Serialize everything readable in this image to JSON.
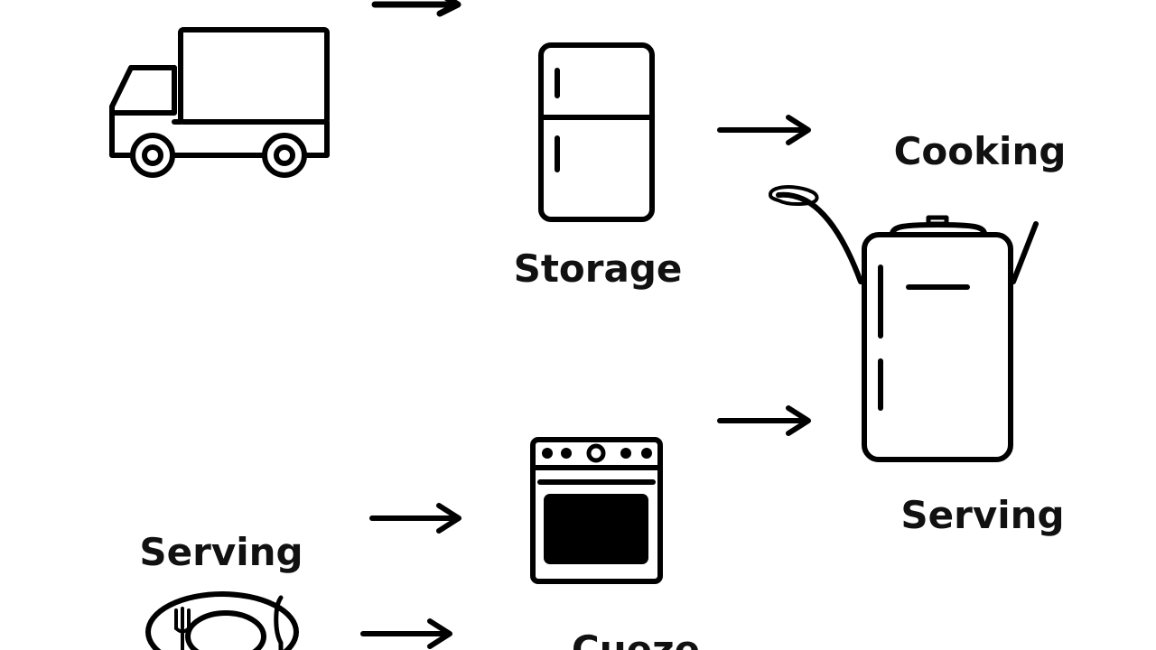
{
  "labels": {
    "storage": "Storage",
    "cooking": "Cooking",
    "serving_right": "Serving",
    "serving_left": "Serving",
    "cueze": "Cueze"
  },
  "icons": [
    "truck-icon",
    "refrigerator-icon",
    "cooking-pot-icon",
    "oven-icon",
    "plate-with-cutlery-icon",
    "arrow-right-icon"
  ],
  "colors": {
    "background": "#ffffff",
    "ink": "#000000"
  }
}
